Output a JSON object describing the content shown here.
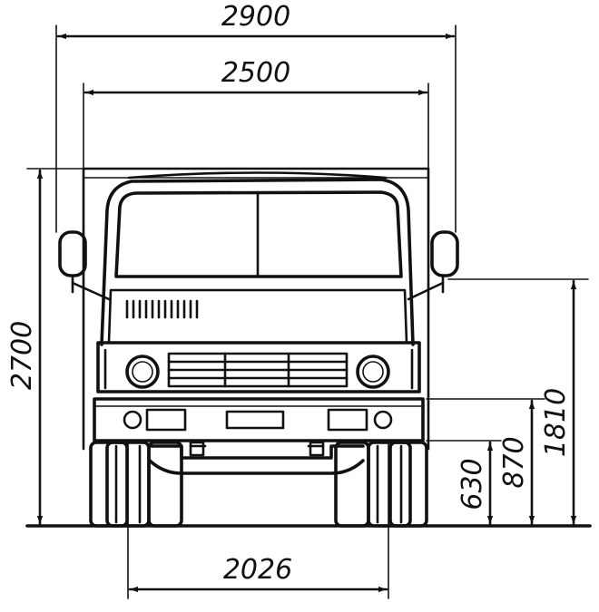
{
  "dimensions": {
    "overall_width_mirrors": "2900",
    "body_width": "2500",
    "overall_height": "2700",
    "mirror_height": "1810",
    "bumper_height": "870",
    "frame_height": "630",
    "track_width": "2026"
  },
  "colors": {
    "ink": "#111111",
    "background": "#ffffff"
  }
}
